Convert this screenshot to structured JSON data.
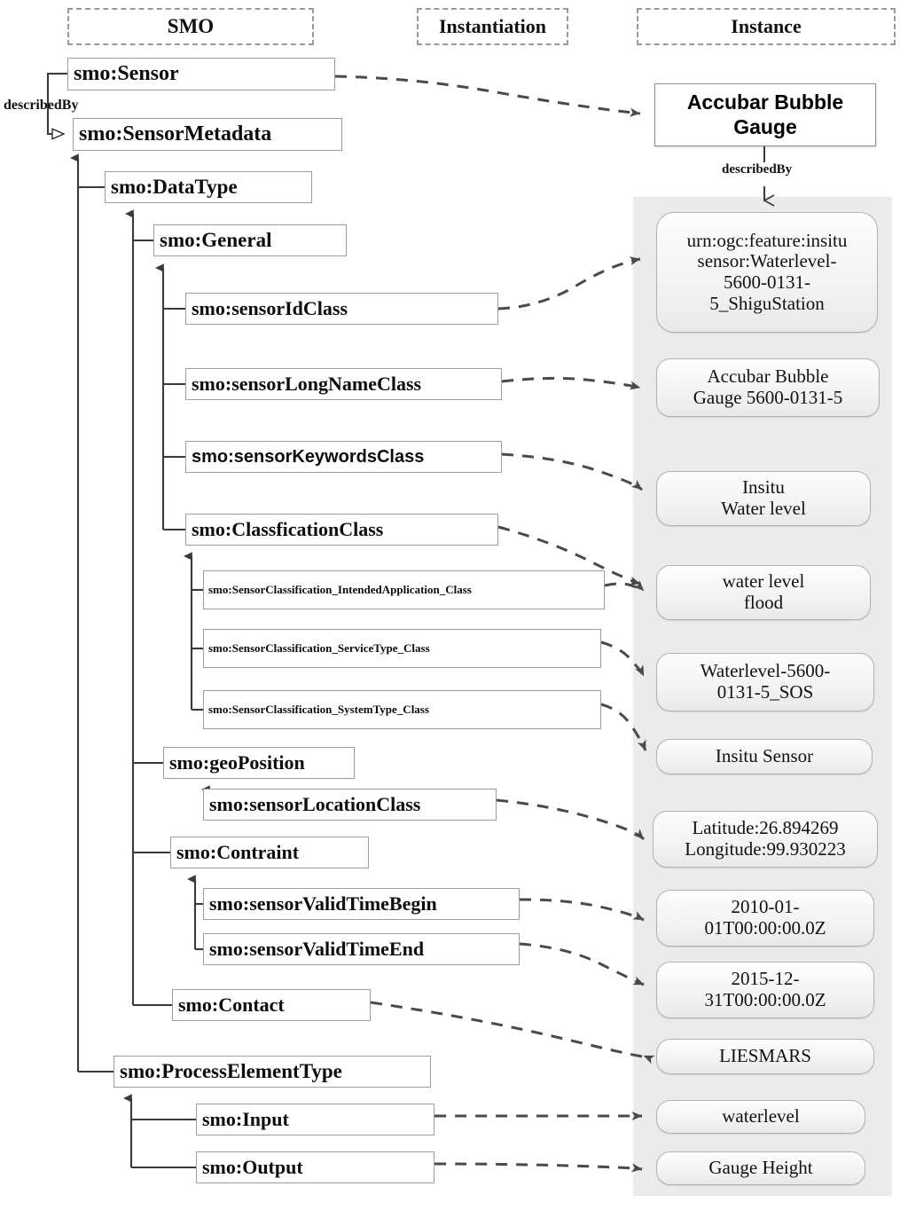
{
  "headers": [
    {
      "id": "smo",
      "label": "SMO"
    },
    {
      "id": "instantiation",
      "label": "Instantiation"
    },
    {
      "id": "instance",
      "label": "Instance"
    }
  ],
  "edge_labels": {
    "described_by_left": "describedBy",
    "described_by_right": "describedBy"
  },
  "smo_classes": [
    {
      "id": "sensor",
      "label": "smo:Sensor"
    },
    {
      "id": "sensor-metadata",
      "label": "smo:SensorMetadata"
    },
    {
      "id": "data-type",
      "label": "smo:DataType"
    },
    {
      "id": "general",
      "label": "smo:General"
    },
    {
      "id": "sensor-id-class",
      "label": "smo:sensorIdClass"
    },
    {
      "id": "sensor-long-name-class",
      "label": "smo:sensorLongNameClass"
    },
    {
      "id": "sensor-keywords-class",
      "label": "smo:sensorKeywordsClass"
    },
    {
      "id": "classfication-class",
      "label": "smo:ClassficationClass"
    },
    {
      "id": "classification-intended-application",
      "label": "smo:SensorClassification_IntendedApplication_Class"
    },
    {
      "id": "classification-service-type",
      "label": "smo:SensorClassification_ServiceType_Class"
    },
    {
      "id": "classification-system-type",
      "label": "smo:SensorClassification_SystemType_Class"
    },
    {
      "id": "geo-position",
      "label": "smo:geoPosition"
    },
    {
      "id": "sensor-location-class",
      "label": "smo:sensorLocationClass"
    },
    {
      "id": "contraint",
      "label": "smo:Contraint"
    },
    {
      "id": "sensor-valid-time-begin",
      "label": "smo:sensorValidTimeBegin"
    },
    {
      "id": "sensor-valid-time-end",
      "label": "smo:sensorValidTimeEnd"
    },
    {
      "id": "contact",
      "label": "smo:Contact"
    },
    {
      "id": "process-element-type",
      "label": "smo:ProcessElementType"
    },
    {
      "id": "input",
      "label": "smo:Input"
    },
    {
      "id": "output",
      "label": "smo:Output"
    }
  ],
  "instances": [
    {
      "id": "accubar-bubble-gauge",
      "lines": [
        "Accubar Bubble",
        "Gauge"
      ]
    },
    {
      "id": "sensor-urn",
      "lines": [
        "urn:ogc:feature:insitu",
        "sensor:Waterlevel-",
        "5600-0131-",
        "5_ShiguStation"
      ]
    },
    {
      "id": "sensor-long-name",
      "lines": [
        "Accubar Bubble",
        "Gauge 5600-0131-5"
      ]
    },
    {
      "id": "sensor-keywords",
      "lines": [
        "Insitu",
        "Water level"
      ]
    },
    {
      "id": "intended-application",
      "lines": [
        "water level",
        "flood"
      ]
    },
    {
      "id": "service-type",
      "lines": [
        "Waterlevel-5600-",
        "0131-5_SOS"
      ]
    },
    {
      "id": "system-type",
      "lines": [
        "Insitu Sensor"
      ]
    },
    {
      "id": "sensor-location",
      "lines": [
        "Latitude:26.894269",
        "Longitude:99.930223"
      ]
    },
    {
      "id": "valid-time-begin",
      "lines": [
        "2010-01-",
        "01T00:00:00.0Z"
      ]
    },
    {
      "id": "valid-time-end",
      "lines": [
        "2015-12-",
        "31T00:00:00.0Z"
      ]
    },
    {
      "id": "contact-org",
      "lines": [
        "LIESMARS"
      ]
    },
    {
      "id": "input-value",
      "lines": [
        "waterlevel"
      ]
    },
    {
      "id": "output-value",
      "lines": [
        "Gauge Height"
      ]
    }
  ],
  "colors": {
    "panel_background": "#ebebeb",
    "box_border": "#9d9d9d",
    "pill_border": "#b2b2b2",
    "header_border": "#9a9a9a",
    "wire": "#3a3a3a",
    "text": "#0d0d0d"
  }
}
